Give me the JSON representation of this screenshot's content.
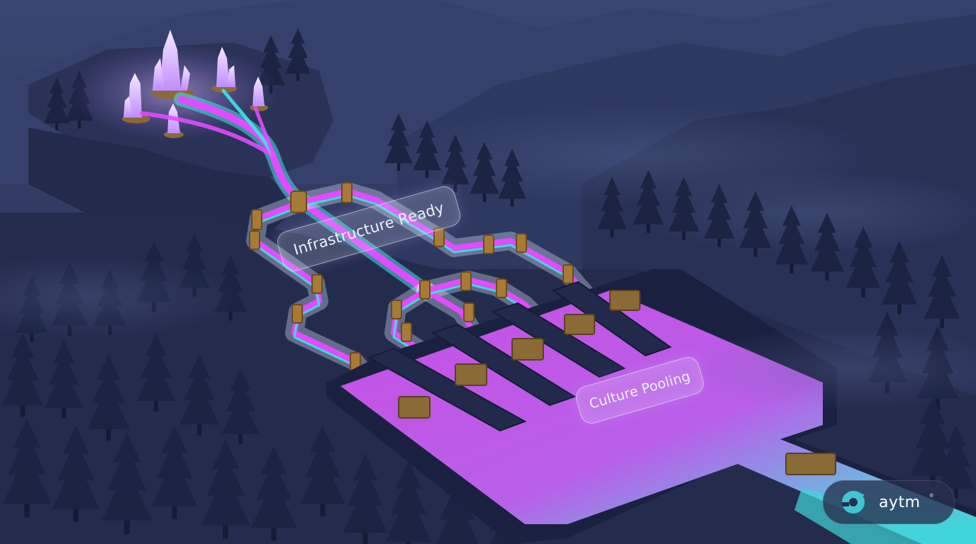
{
  "labels": {
    "infrastructure": "Infrastructure Ready",
    "culture": "Culture Pooling"
  },
  "logo": {
    "wordmark": "aytm",
    "trademark": "®"
  },
  "colors": {
    "night_sky": "#1f2747",
    "mountains": "#2c3760",
    "forest": "#1b2342",
    "crystal_glow": "#c9a2ff",
    "pipe_magenta": "#e24bff",
    "pipe_teal": "#3fe4e6",
    "pool_magenta": "#d455ea",
    "pool_teal": "#3fd6d8",
    "brass": "#a77a36",
    "logo_teal": "#3fc6d2"
  },
  "icons": [
    "crystal-cluster-icon",
    "pipe-valve-icon",
    "sluice-gate-icon",
    "aytm-logo-icon"
  ]
}
